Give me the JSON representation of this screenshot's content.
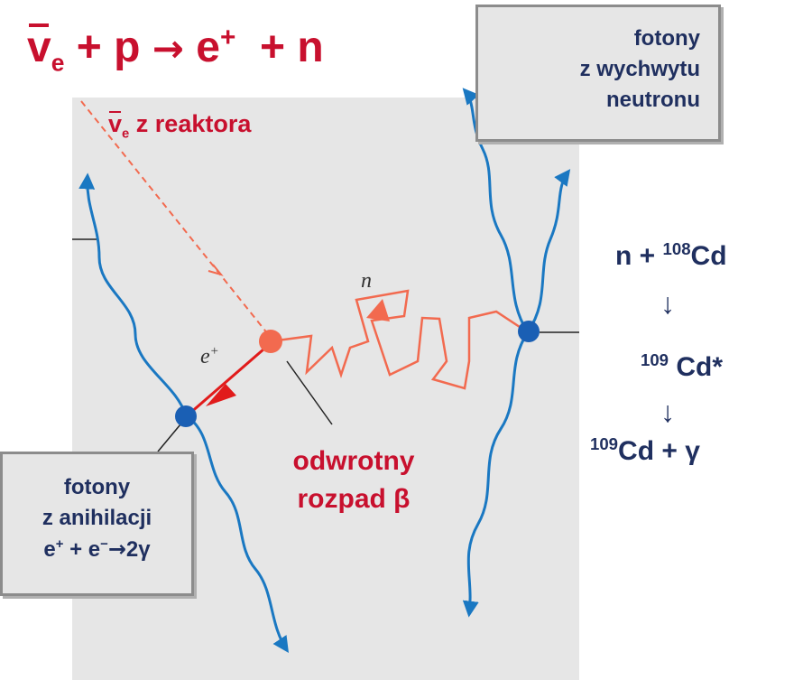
{
  "reaction": {
    "nu": "v",
    "nu_sub": "e",
    "plus1": " + p ",
    "arrow": "→",
    "e": " e",
    "e_sup": "+",
    "rest": "  + n"
  },
  "neutrino_label": {
    "nu": "v",
    "nu_sub": "e",
    "text": " z reaktora"
  },
  "photons_neutron_box": {
    "line1": "fotony",
    "line2": "z wychwytu",
    "line3": "neutronu"
  },
  "photons_annihilation_box": {
    "line1": "fotony",
    "line2": "z anihilacji",
    "eq_e1": "e",
    "eq_sup1": "+",
    "eq_mid": " + e",
    "eq_sup2": "−",
    "eq_arrow": "→",
    "eq_end": "2γ"
  },
  "cadmium": {
    "r1_pre": "n + ",
    "r1_sup": "108",
    "r1_post": "Cd",
    "arrow": "↓",
    "r2_sup": "109",
    "r2_post": " Cd*",
    "r3_sup": "109",
    "r3_post": "Cd + γ"
  },
  "inverse_beta": {
    "line1": "odwrotny",
    "line2": "rozpad β"
  },
  "particles": {
    "neutron": "n",
    "positron": "e",
    "positron_sup": "+"
  },
  "colors": {
    "title_red": "#c8102e",
    "navy": "#1f2f5f",
    "photon_blue": "#1a78c2",
    "neutron_orange": "#f26a4f",
    "positron_red": "#e11b1b",
    "background_panel": "#e6e6e6"
  }
}
